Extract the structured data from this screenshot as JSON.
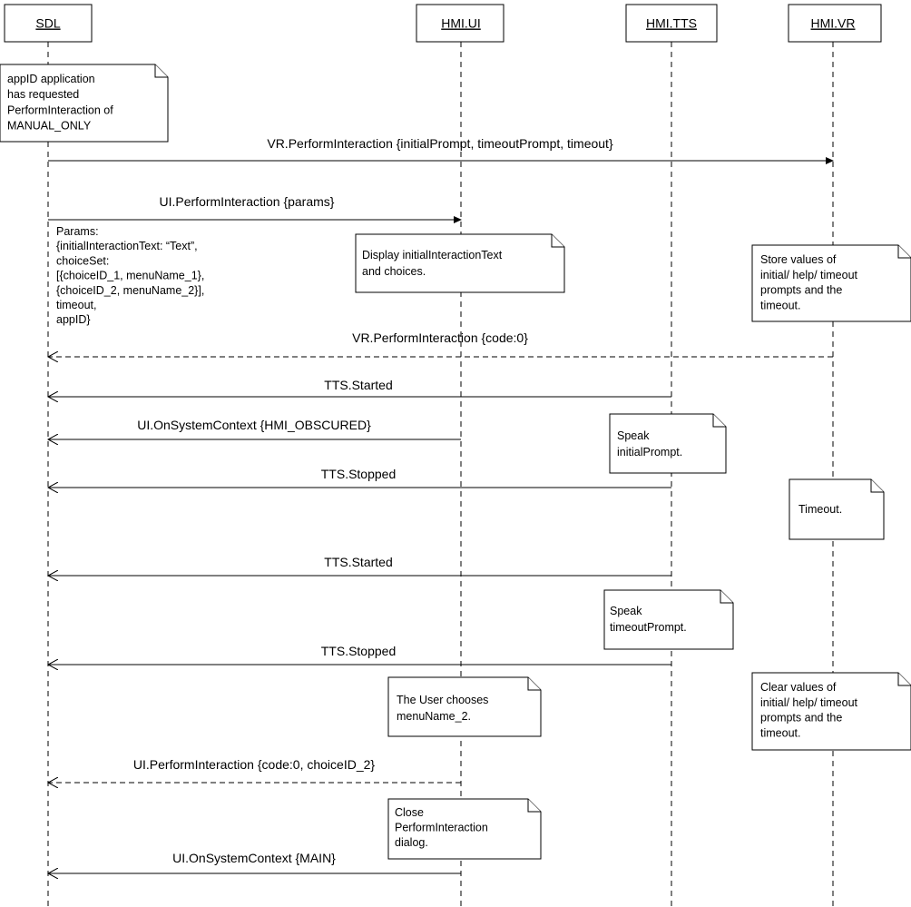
{
  "participants": [
    {
      "id": "sdl",
      "label": "SDL"
    },
    {
      "id": "ui",
      "label": "HMI.UI"
    },
    {
      "id": "tts",
      "label": "HMI.TTS"
    },
    {
      "id": "vr",
      "label": "HMI.VR"
    }
  ],
  "messages": [
    {
      "id": "msg-vr-perform",
      "from": "sdl",
      "to": "vr",
      "style": "solid",
      "label": "VR.PerformInteraction {initialPrompt, timeoutPrompt, timeout}"
    },
    {
      "id": "msg-ui-perform",
      "from": "sdl",
      "to": "ui",
      "style": "solid",
      "label": "UI.PerformInteraction {params}"
    },
    {
      "id": "msg-vr-response",
      "from": "vr",
      "to": "sdl",
      "style": "dashed",
      "label": "VR.PerformInteraction {code:0}"
    },
    {
      "id": "msg-tts-started-1",
      "from": "tts",
      "to": "sdl",
      "style": "solid",
      "label": "TTS.Started"
    },
    {
      "id": "msg-ui-context-obscured",
      "from": "ui",
      "to": "sdl",
      "style": "solid",
      "label": "UI.OnSystemContext {HMI_OBSCURED}"
    },
    {
      "id": "msg-tts-stopped-1",
      "from": "tts",
      "to": "sdl",
      "style": "solid",
      "label": "TTS.Stopped"
    },
    {
      "id": "msg-tts-started-2",
      "from": "tts",
      "to": "sdl",
      "style": "solid",
      "label": "TTS.Started"
    },
    {
      "id": "msg-tts-stopped-2",
      "from": "tts",
      "to": "sdl",
      "style": "solid",
      "label": "TTS.Stopped"
    },
    {
      "id": "msg-ui-response",
      "from": "ui",
      "to": "sdl",
      "style": "dashed",
      "label": "UI.PerformInteraction {code:0, choiceID_2}"
    },
    {
      "id": "msg-ui-context-main",
      "from": "ui",
      "to": "sdl",
      "style": "solid",
      "label": "UI.OnSystemContext {MAIN}"
    }
  ],
  "params_text": [
    "Params:",
    "{initialInteractionText: “Text”,",
    "choiceSet:",
    "[{choiceID_1, menuName_1},",
    "{choiceID_2, menuName_2}],",
    "timeout,",
    "appID}"
  ],
  "notes": [
    {
      "id": "note-app-requested",
      "lines": [
        "appID application",
        "has requested",
        "PerformInteraction of",
        "MANUAL_ONLY"
      ]
    },
    {
      "id": "note-display",
      "lines": [
        "Display initialInteractionText",
        "and choices."
      ]
    },
    {
      "id": "note-store",
      "lines": [
        "Store values of",
        "initial/ help/ timeout",
        "prompts and the",
        "timeout."
      ]
    },
    {
      "id": "note-speak-initial",
      "lines": [
        "Speak",
        "initialPrompt."
      ]
    },
    {
      "id": "note-timeout",
      "lines": [
        "Timeout."
      ]
    },
    {
      "id": "note-speak-timeout",
      "lines": [
        "Speak",
        "timeoutPrompt."
      ]
    },
    {
      "id": "note-user-chooses",
      "lines": [
        "The User chooses",
        "menuName_2."
      ]
    },
    {
      "id": "note-clear",
      "lines": [
        "Clear values of",
        "initial/ help/ timeout",
        "prompts and the",
        "timeout."
      ]
    },
    {
      "id": "note-close",
      "lines": [
        "Close",
        "PerformInteraction",
        "dialog."
      ]
    }
  ]
}
